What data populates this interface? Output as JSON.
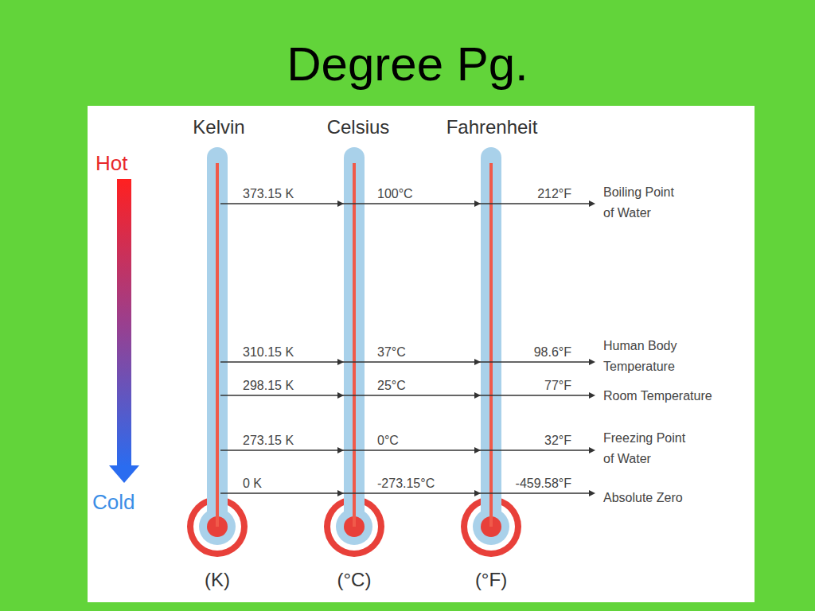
{
  "diagram": {
    "title": "Degree Pg.",
    "labels": [
      "Kelvin",
      "Celsius",
      "Fahrenheit",
      "Hot",
      "373.15 K",
      "100°C",
      "212°F",
      "Boiling Point of Water",
      "310.15 K",
      "37°C",
      "98.6°F",
      "Human Body Temperature",
      "298.15 K",
      "25°C",
      "77°F",
      "Room Temperature",
      "273.15 K",
      "0°C",
      "32°F",
      "Freezing Point of Water",
      "0 K",
      "-273.15°C",
      "-459.58°F",
      "Absolute Zero",
      "Cold",
      "(K)",
      "(°C)",
      "(°F)"
    ]
  }
}
